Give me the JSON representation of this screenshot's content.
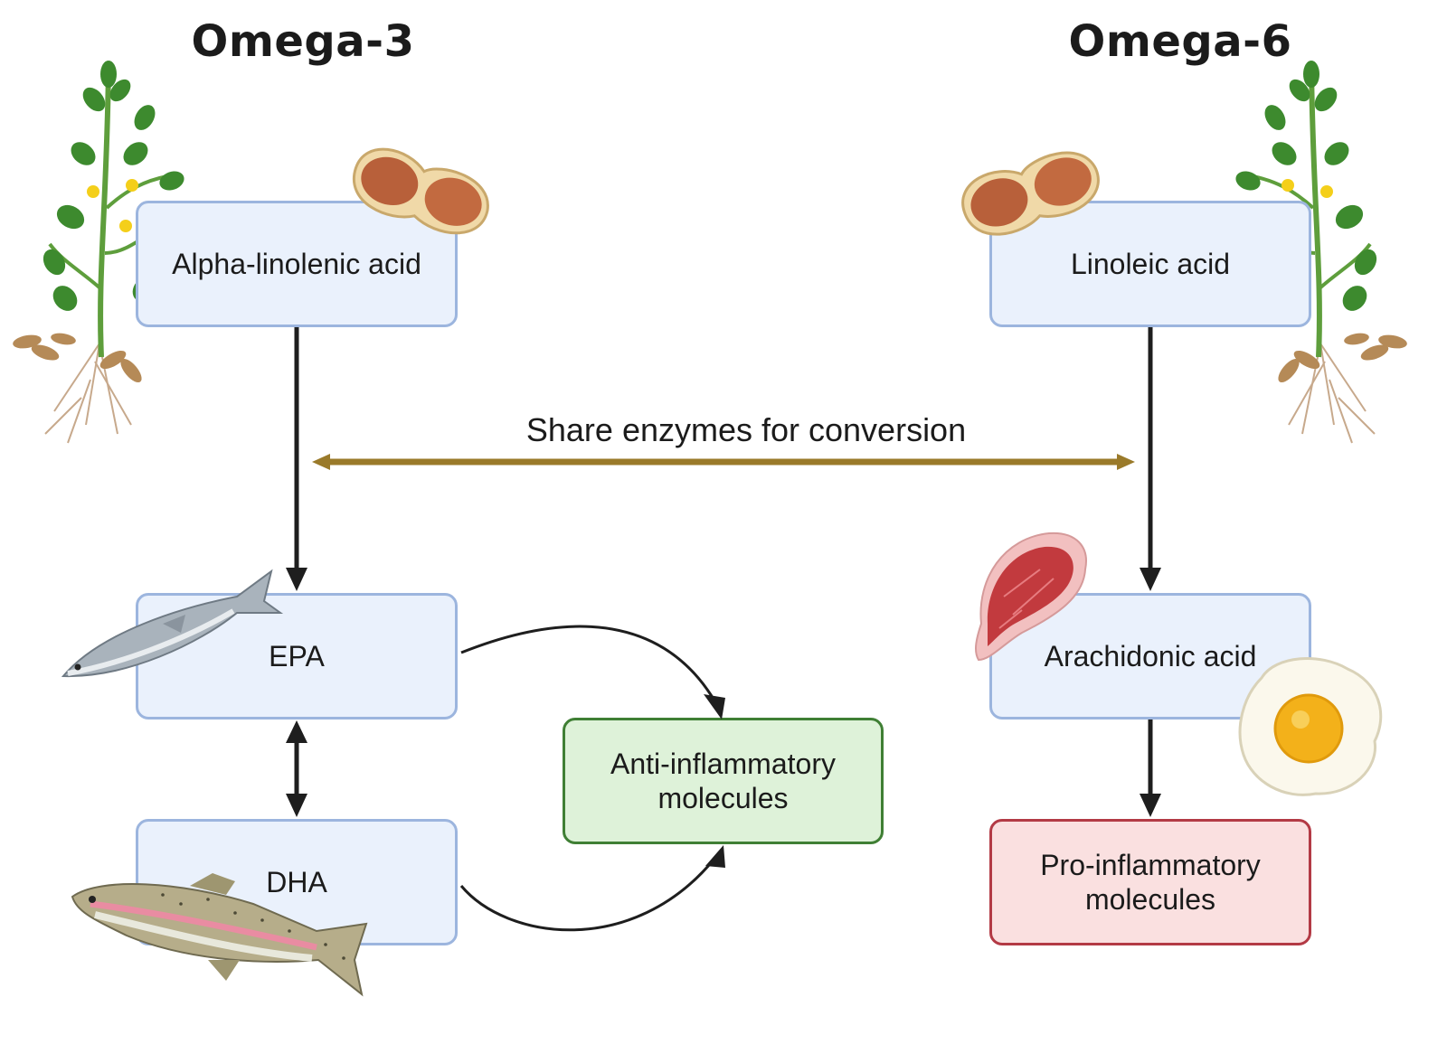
{
  "headings": {
    "left": "Omega-3",
    "right": "Omega-6"
  },
  "nodes": {
    "ala": "Alpha-linolenic acid",
    "epa": "EPA",
    "dha": "DHA",
    "anti": "Anti-inflammatory molecules",
    "la": "Linoleic acid",
    "aa": "Arachidonic acid",
    "pro": "Pro-inflammatory molecules"
  },
  "shared_label": "Share enzymes for conversion",
  "colors": {
    "box_fill": "#eaf1fc",
    "box_border": "#9cb5de",
    "anti_fill": "#def2d9",
    "anti_border": "#3f7f34",
    "pro_fill": "#fae0e0",
    "pro_border": "#b33a45",
    "shared_arrow": "#9a7a2a"
  },
  "icons": [
    "plant-icon",
    "peanut-icon",
    "salmon-icon",
    "trout-icon",
    "steak-icon",
    "fried-egg-icon"
  ]
}
